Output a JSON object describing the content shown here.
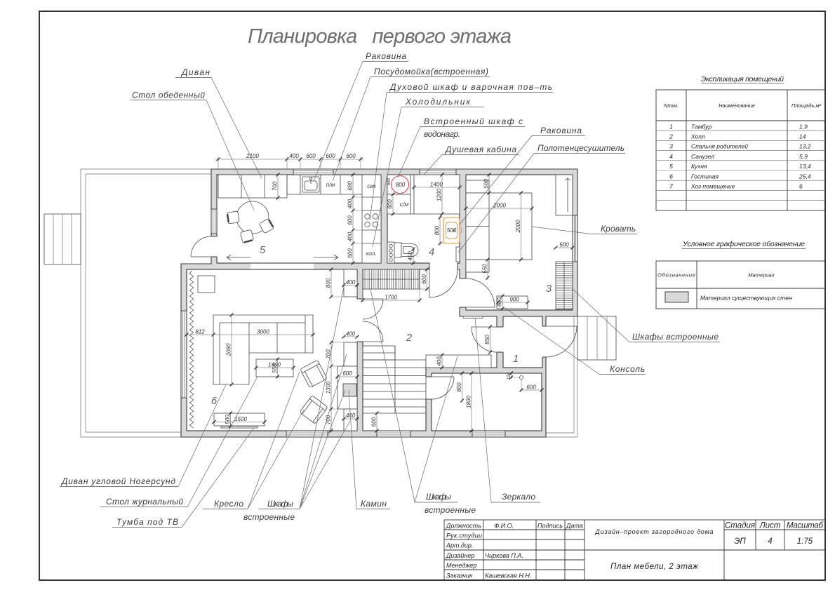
{
  "colors": {
    "walls": "#d9d9d9",
    "water_heater_marker": "#e8413c",
    "sink_marker": "#f28c28"
  },
  "drawing": {
    "title": "Планировка   первого этажа",
    "rooms": {
      "vestibule": "1",
      "hall": "2",
      "bedroom": "3",
      "bathroom": "4",
      "kitchen": "5",
      "living_room": "6"
    },
    "appliances": {
      "microwave": "свч",
      "dishwasher": "п/м",
      "fridge": "хол.",
      "washing_machine": "с/м"
    },
    "callouts": {
      "dining_sofa": "Диван",
      "dining_table": "Стол обеденный",
      "kitchen_sink": "Раковина",
      "dishwasher": "Посудомойка(встроенная)",
      "oven_hob": "Духовой шкаф и варочная пов–ть",
      "fridge": "Холодильник",
      "water_heater_cabinet": [
        "Встроенный шкаф с",
        "водонагр."
      ],
      "shower": "Душевая кабина",
      "bathroom_sink": "Раковина",
      "towel_dryer": "Полотенцесушитель",
      "bed": "Кровать",
      "bedroom_wardrobes": "Шкафы встроенные",
      "console": "Консоль",
      "corner_sofa": "Диван угловой Ногерсунд",
      "coffee_table": "Стол журнальный",
      "tv_stand": "Тумба под ТВ",
      "armchair": "Кресло",
      "living_wardrobes": [
        "Шкафы",
        "встроенные"
      ],
      "fireplace": "Камин",
      "hall_wardrobes": [
        "Шкафы",
        "встроенные"
      ],
      "mirror": "Зеркало"
    },
    "dimensions": {
      "kitchen_top_run": [
        "2100",
        "400",
        "600",
        "600",
        "600"
      ],
      "kitchen_sofa_depth": "700",
      "kitchen_side_run": [
        "680",
        "400",
        "600",
        "400",
        "600"
      ],
      "bathroom": {
        "heater_cabinet_depth": "650",
        "water_heater": "800",
        "washer_cabinet": "600",
        "shower_width": "1400",
        "shower_depth": "1200",
        "sink_offset": "800",
        "sink_width": "500",
        "toilet_offset": "450"
      },
      "bedroom": {
        "top_clearance": "560",
        "bed_width": "2000",
        "bed_length": "2000",
        "bottom_clearance": "550",
        "wardrobe_depth": "500",
        "console_width": "900",
        "console_depth": "400"
      },
      "living_room": {
        "top_wardrobe_width": "800",
        "top_wardrobe_depth": "400",
        "window_to_sofa": "812",
        "sofa_length": "3000",
        "sofa_depth": "2080",
        "coffee_table_length": "1400",
        "coffee_table_depth": "550",
        "tv_stand_depth": "500",
        "tv_stand_length": "1500",
        "upper_wardrobe_width": "700",
        "fireplace_width": "1300",
        "lower_wardrobe_width": "700",
        "upper_wardrobe_depth": "400",
        "fireplace_depth": "600",
        "lower_wardrobe_depth": "400"
      },
      "hall": {
        "wardrobe_depth": "600",
        "wardrobe_length": "1700",
        "low_wardrobe_depth": "400",
        "vestibule_door": "850",
        "stair_landing": "600",
        "storage_door": "800",
        "storage_depth": "1800",
        "storage_offset": "120",
        "storage_outlet_offset": "600"
      }
    }
  },
  "explication": {
    "title": "Экспликация помещений",
    "headers": {
      "num": "Nпом.",
      "name": "Наименование",
      "area": "Площадь,м²"
    },
    "rows": [
      {
        "num": "1",
        "name": "Тамбур",
        "area": "1,9"
      },
      {
        "num": "2",
        "name": "Холл",
        "area": "14"
      },
      {
        "num": "3",
        "name": "Спальня родителей",
        "area": "13,2"
      },
      {
        "num": "4",
        "name": "Санузел",
        "area": "5,9"
      },
      {
        "num": "5",
        "name": "Кухня",
        "area": "13,4"
      },
      {
        "num": "6",
        "name": "Гостиная",
        "area": "25,4"
      },
      {
        "num": "7",
        "name": "Хоз помещение",
        "area": "6"
      }
    ]
  },
  "legend": {
    "title": "Условное графическое обозначение",
    "headers": {
      "symbol": "Обозначение",
      "material": "Материал"
    },
    "rows": [
      {
        "swatch_color": "#d9d9d9",
        "material": "Материал существующих стен"
      }
    ]
  },
  "title_block": {
    "headers": {
      "position": "Должность",
      "name": "Ф.И.О.",
      "signature": "Подпись",
      "date": "Дата"
    },
    "staff": [
      {
        "position": "Рук.студии"
      },
      {
        "position": "Арт.дир."
      },
      {
        "position": "Дизайнер",
        "name": "Чиркова П.А."
      },
      {
        "position": "Менеджер"
      },
      {
        "position": "Заказчик",
        "name": "Кашевская Н.Н."
      }
    ],
    "project": "Дизайн–проект загородного дома",
    "sheet_title": "План мебели, 2 этаж",
    "stage_label": "Стадия",
    "sheet_label": "Лист",
    "scale_label": "Масштаб",
    "stage": "ЭП",
    "sheet": "4",
    "scale": "1:75"
  }
}
